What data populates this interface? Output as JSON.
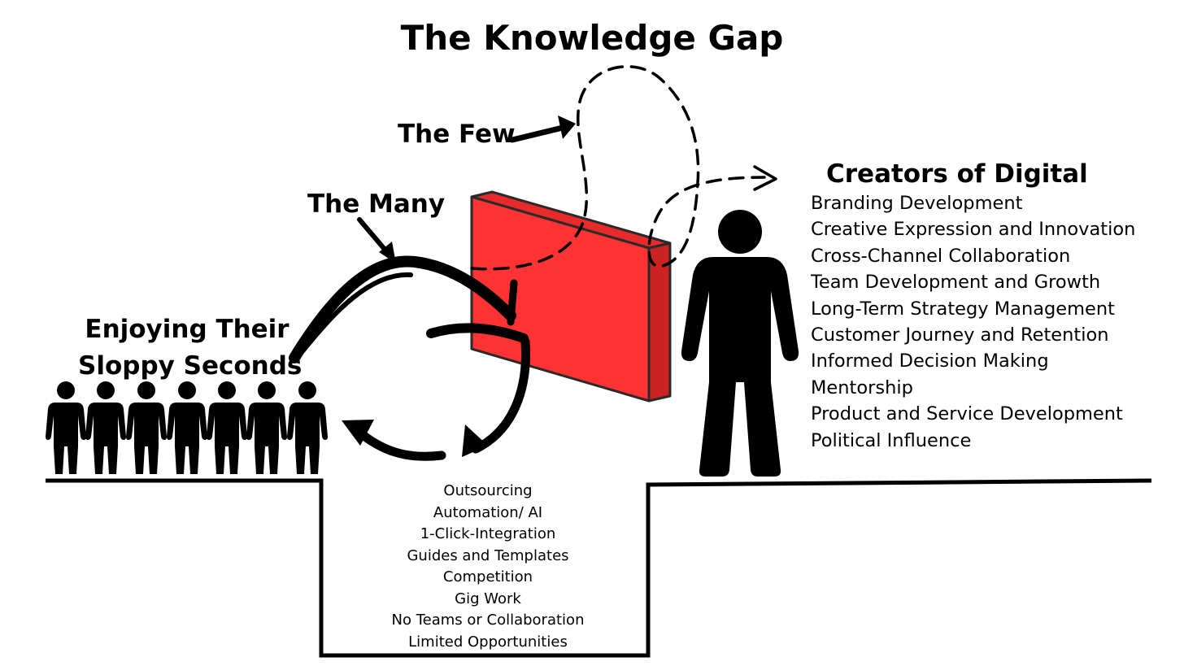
{
  "title": "The Knowledge Gap",
  "labels": {
    "the_few": "The Few",
    "the_many": "The Many",
    "enjoying_line1": "Enjoying Their",
    "enjoying_line2": "Sloppy Seconds"
  },
  "creators": {
    "title": "Creators of Digital",
    "items": [
      "Branding Development",
      "Creative Expression and Innovation",
      "Cross-Channel Collaboration",
      "Team Development and Growth",
      "Long-Term Strategy Management",
      "Customer Journey and Retention",
      "Informed Decision Making",
      "Mentorship",
      "Product and Service Development",
      "Political Influence"
    ]
  },
  "gap_items": [
    "Outsourcing",
    "Automation/ AI",
    "1-Click-Integration",
    "Guides and Templates",
    "Competition",
    "Gig Work",
    "No Teams or Collaboration",
    "Limited Opportunities"
  ],
  "colors": {
    "wall_front": "#ff3333",
    "wall_side": "#cc2222",
    "wall_top": "#e82a2a",
    "outline": "#2a2a2a",
    "ink": "#000000"
  },
  "icons": {
    "person": "person-silhouette-icon",
    "wall": "red-wall-icon",
    "arrow": "arrow-icon"
  }
}
